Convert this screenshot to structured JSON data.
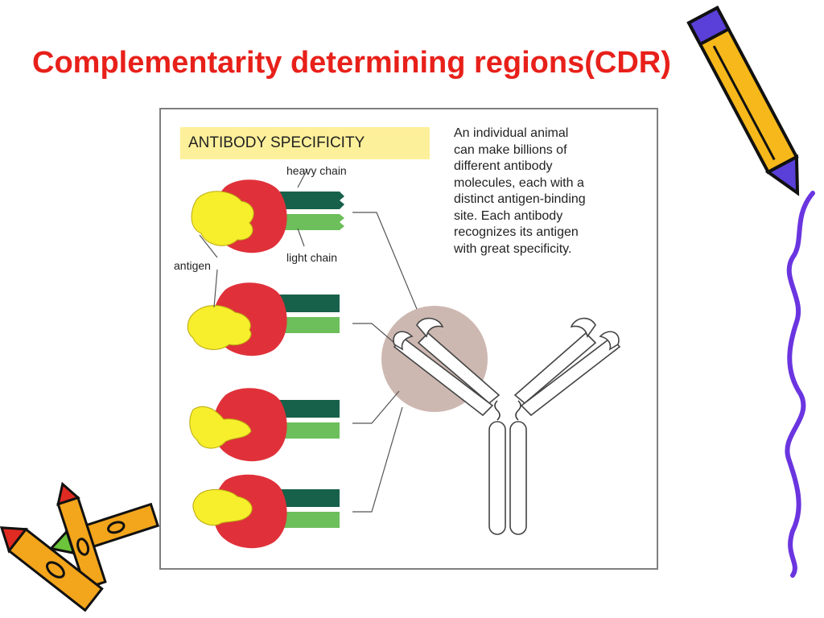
{
  "slide": {
    "title": "Complementarity determining regions(CDR)"
  },
  "figure": {
    "heading": "ANTIBODY SPECIFICITY",
    "caption": "An individual animal\ncan make billions of\ndifferent antibody\nmolecules, each with a\ndistinct antigen-binding\nsite. Each antibody\nrecognizes its antigen\nwith great specificity.",
    "labels": {
      "heavy_chain": "heavy chain",
      "light_chain": "light chain",
      "antigen": "antigen"
    }
  },
  "colors": {
    "title": "#e8201a",
    "heavy_chain": "#17614a",
    "light_chain": "#6cbf5a",
    "binding_domain": "#e0313a",
    "antigen": "#f7ee2c",
    "highlight_circle": "#cdb8b1",
    "heading_bg": "#fdf09a"
  },
  "decorations": [
    "pencil-icon",
    "crayon-icon",
    "squiggle-line"
  ]
}
